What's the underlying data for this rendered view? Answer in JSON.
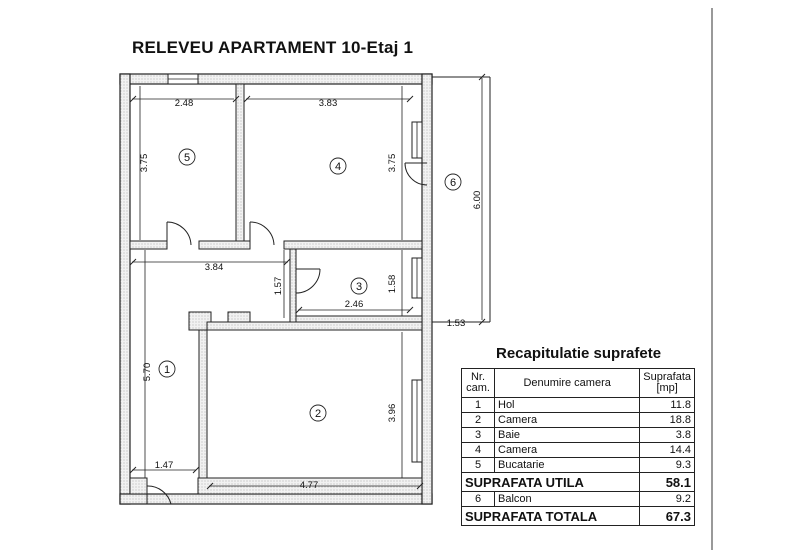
{
  "title": "RELEVEU APARTAMENT 10-Etaj 1",
  "rooms": [
    {
      "id": "1"
    },
    {
      "id": "2"
    },
    {
      "id": "3"
    },
    {
      "id": "4"
    },
    {
      "id": "5"
    },
    {
      "id": "6"
    }
  ],
  "dimensions": {
    "d_2_48": "2.48",
    "d_3_83": "3.83",
    "d_3_75_a": "3.75",
    "d_3_75_b": "3.75",
    "d_6_00": "6.00",
    "d_3_84": "3.84",
    "d_1_57": "1.57",
    "d_1_58": "1.58",
    "d_2_46": "2.46",
    "d_1_53": "1.53",
    "d_5_70": "5.70",
    "d_3_96": "3.96",
    "d_1_47": "1.47",
    "d_4_77": "4.77"
  },
  "recap": {
    "title": "Recapitulatie suprafete",
    "header": {
      "nr": "Nr. cam.",
      "name": "Denumire camera",
      "area": "Suprafata [mp]"
    },
    "rows": [
      {
        "nr": "1",
        "name": "Hol",
        "area": "11.8"
      },
      {
        "nr": "2",
        "name": "Camera",
        "area": "18.8"
      },
      {
        "nr": "3",
        "name": "Baie",
        "area": "3.8"
      },
      {
        "nr": "4",
        "name": "Camera",
        "area": "14.4"
      },
      {
        "nr": "5",
        "name": "Bucatarie",
        "area": "9.3"
      }
    ],
    "util_label": "SUPRAFATA UTILA",
    "util_value": "58.1",
    "balcon": {
      "nr": "6",
      "name": "Balcon",
      "area": "9.2"
    },
    "total_label": "SUPRAFATA TOTALA",
    "total_value": "67.3"
  }
}
